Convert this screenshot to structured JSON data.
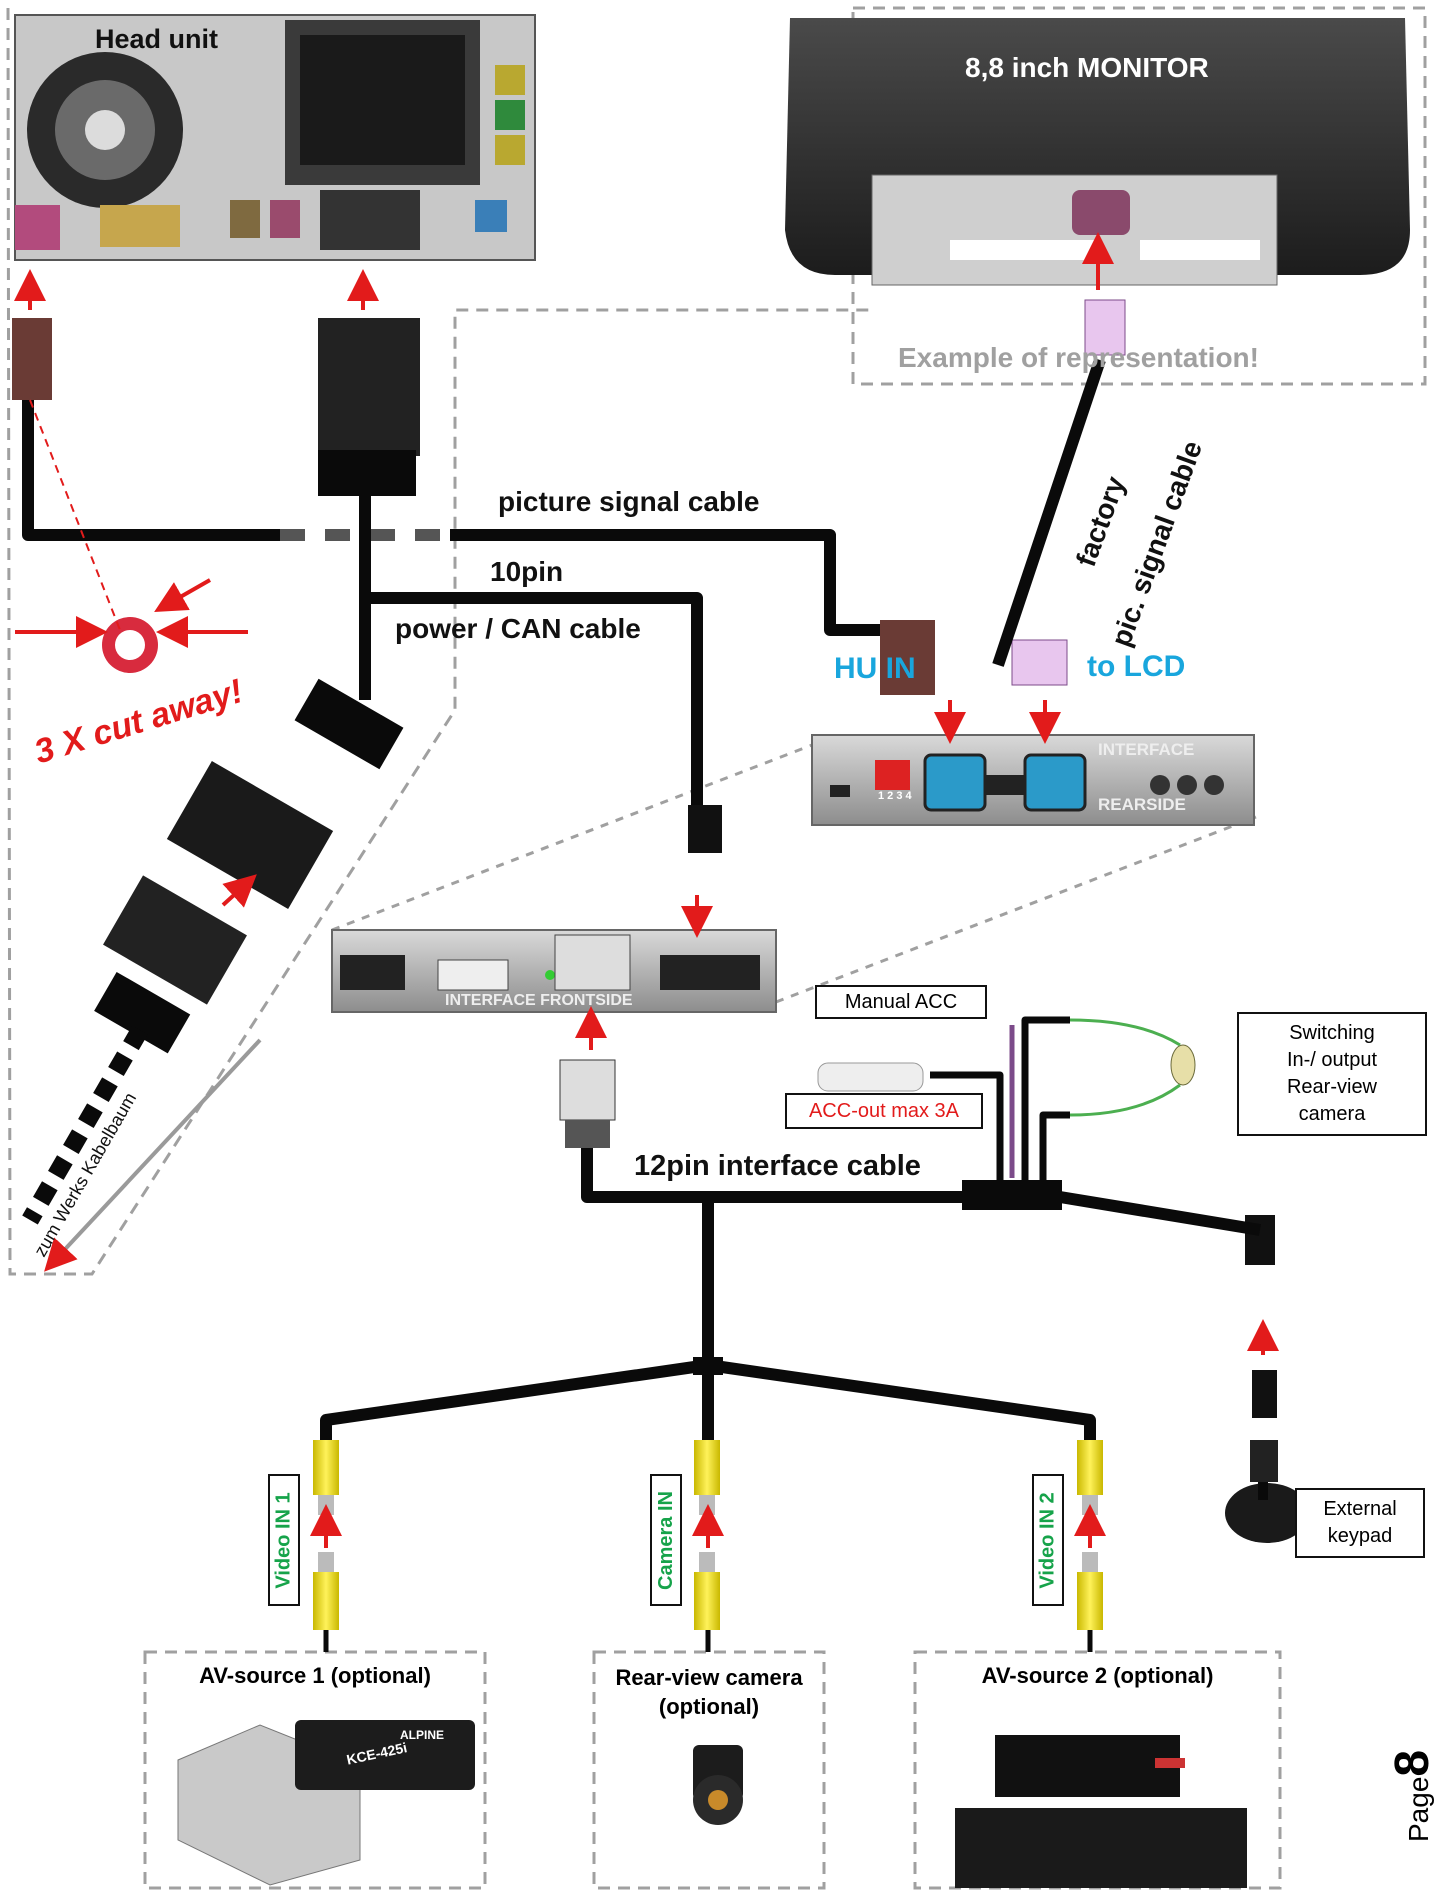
{
  "head_unit_label": "Head unit",
  "monitor_label": "8,8 inch MONITOR",
  "example_note": "Example  of   representation!",
  "picture_cable_label": "picture signal cable",
  "tenpin_label": "10pin",
  "power_can_label": "power / CAN cable",
  "factory_cable_line1": "factory",
  "factory_cable_line2": "pic. signal cable",
  "hu_in_label": "HU IN",
  "to_lcd_label": "to LCD",
  "cut_away_label": "3 X cut away!",
  "interface_rear_line1": "INTERFACE",
  "interface_rear_line2": "REARSIDE",
  "interface_front_label": "INTERFACE  FRONTSIDE",
  "dip_numbers": "1 2 3 4",
  "werks_label": "zum Werks Kabelbaum",
  "manual_acc_label": "Manual ACC",
  "acc_out_label": "ACC-out max 3A",
  "switching_label": "Switching\nIn-/ output\nRear-view\ncamera",
  "twelvepin_label": "12pin interface cable",
  "external_keypad_label": "External\nkeypad",
  "video_in1_label": "Video IN 1",
  "camera_in_label": "Camera IN",
  "video_in2_label": "Video IN 2",
  "av_source1_label": "AV-source 1 (optional)",
  "rear_camera_label": "Rear-view camera\n(optional)",
  "av_source2_label": "AV-source 2 (optional)",
  "alpine_label": "ALPINE",
  "alpine_model": "KCE-425i",
  "page_word": "Page",
  "page_number": "8",
  "colors": {
    "arrow_red": "#e21b1b",
    "label_blue": "#19a6dd",
    "label_green": "#16a34a",
    "cable_black": "#0a0a0a",
    "dash_gray": "#9a9a9a"
  }
}
